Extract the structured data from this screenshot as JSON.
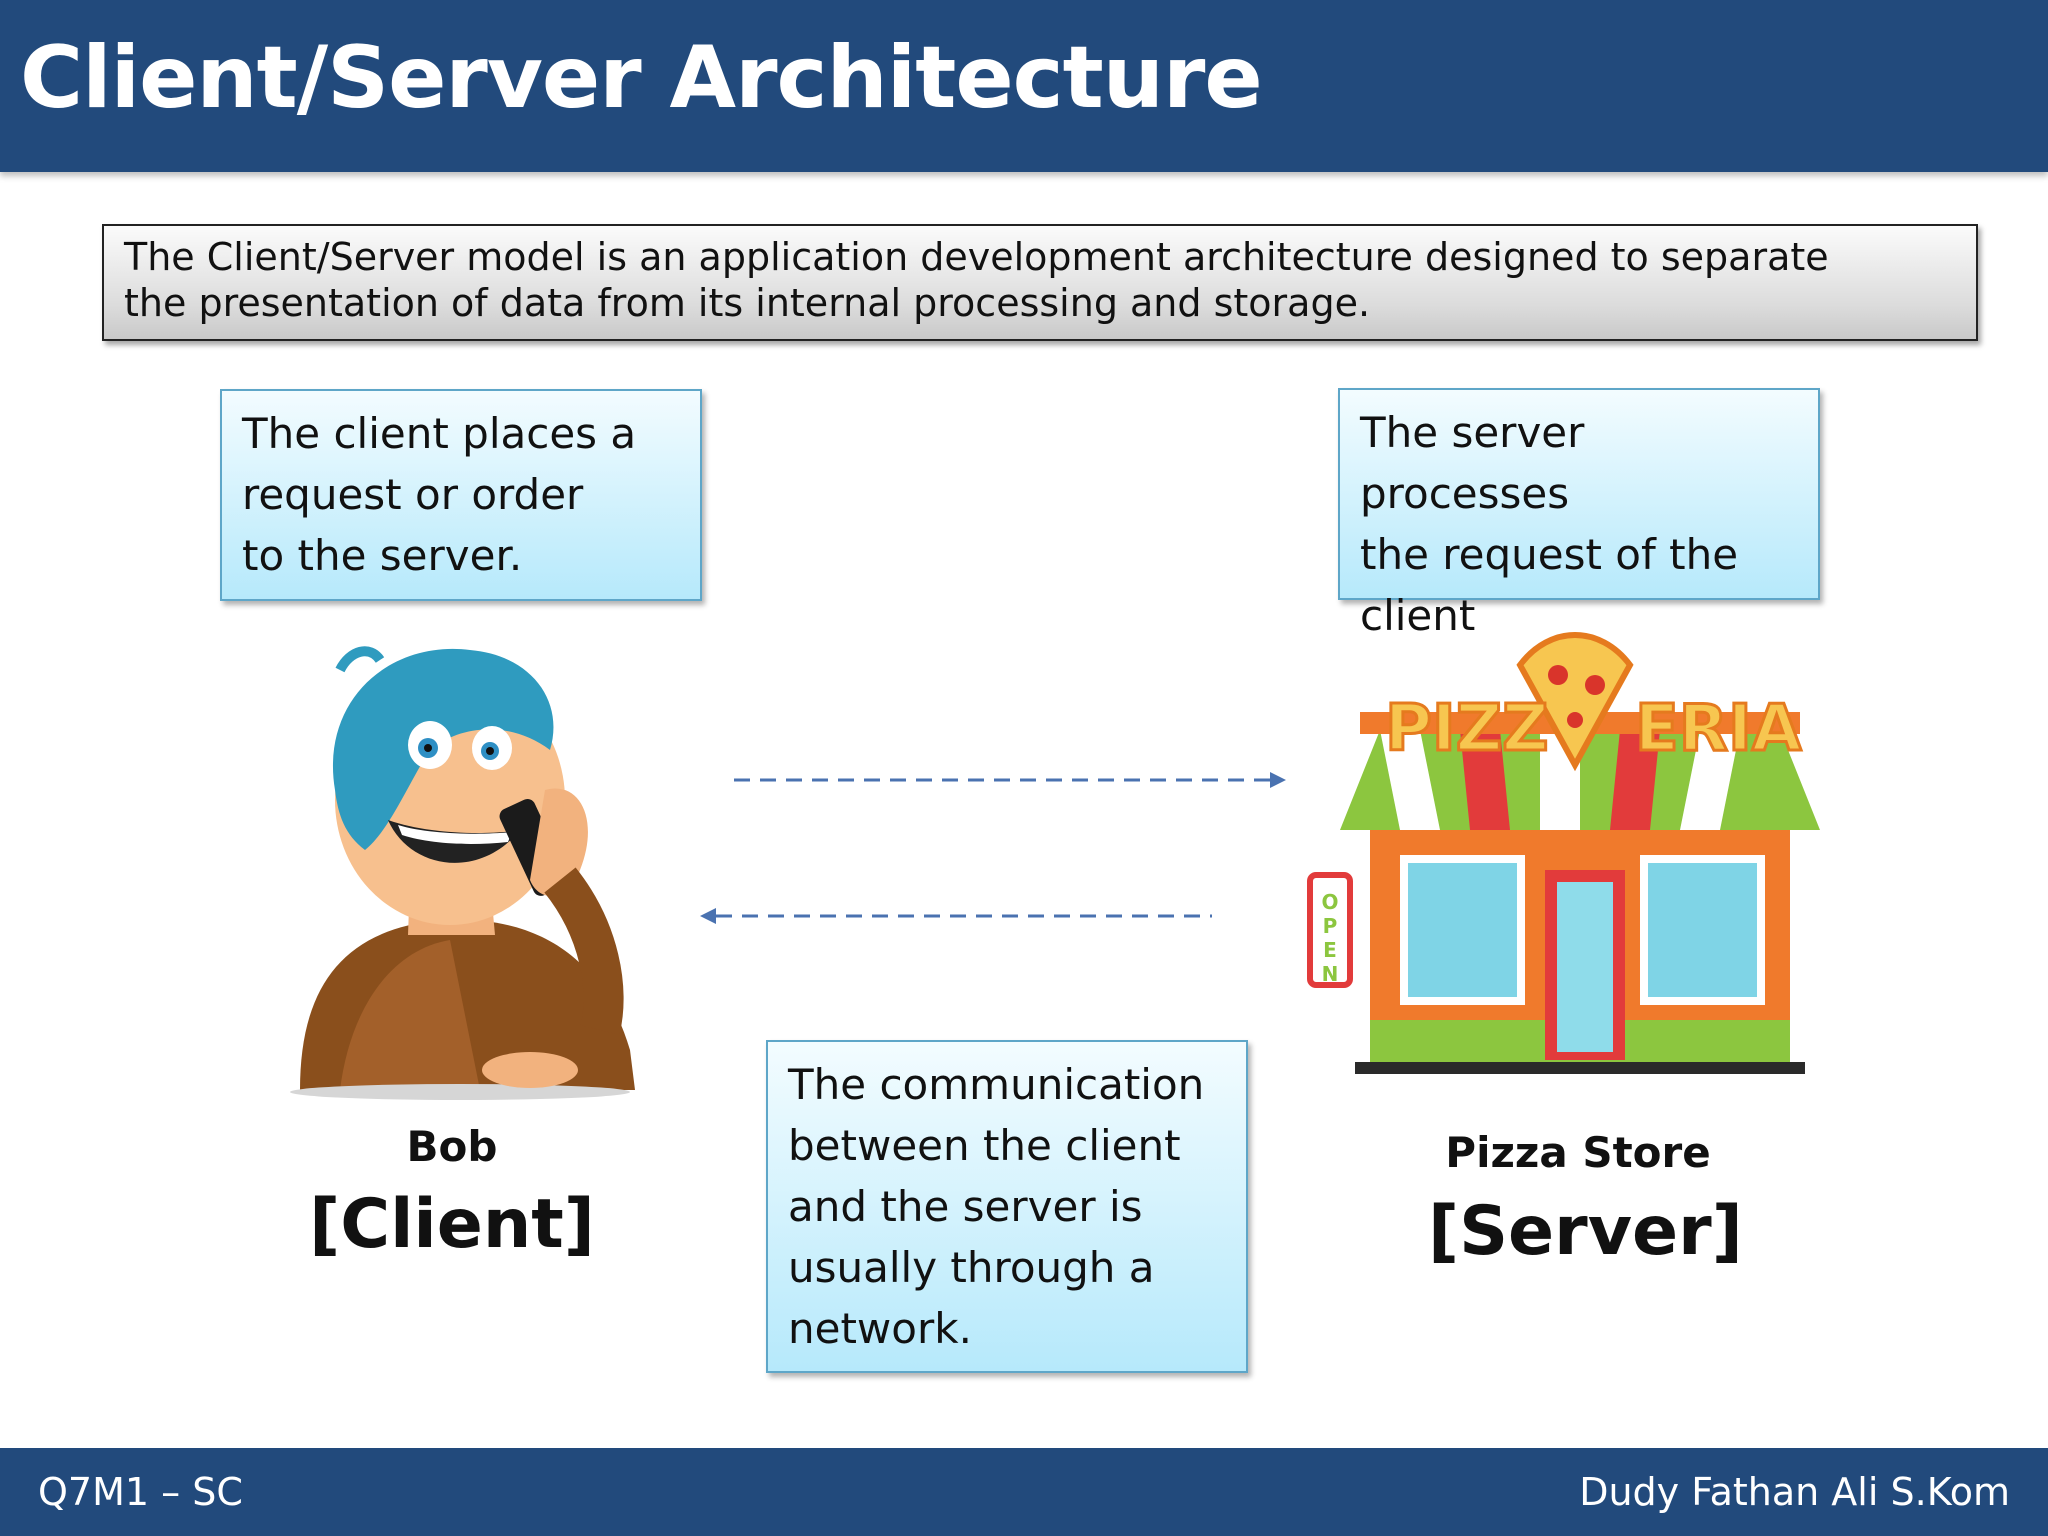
{
  "header": {
    "title": "Client/Server Architecture"
  },
  "intro": {
    "line1": "The Client/Server model is an application development architecture designed to separate",
    "line2": "the presentation of data from its internal processing and storage."
  },
  "client_callout": [
    "The client places a",
    "request or order",
    "to the server."
  ],
  "server_callout": [
    "The server processes",
    "the request of the",
    "client"
  ],
  "comm_callout": [
    "The communication",
    "between the client",
    "and the server is",
    "usually through a",
    "network."
  ],
  "client": {
    "name": "Bob",
    "role": "[Client]"
  },
  "server": {
    "name": "Pizza Store",
    "role": "[Server]",
    "sign_left": "PIZZ",
    "sign_right": "ERIA",
    "open_sign": "OPEN"
  },
  "footer": {
    "left": "Q7M1 – SC",
    "right": "Dudy Fathan Ali S.Kom"
  },
  "colors": {
    "header": "#224a7c",
    "callout_border": "#5ea6c8",
    "arrow": "#4a72b0"
  }
}
